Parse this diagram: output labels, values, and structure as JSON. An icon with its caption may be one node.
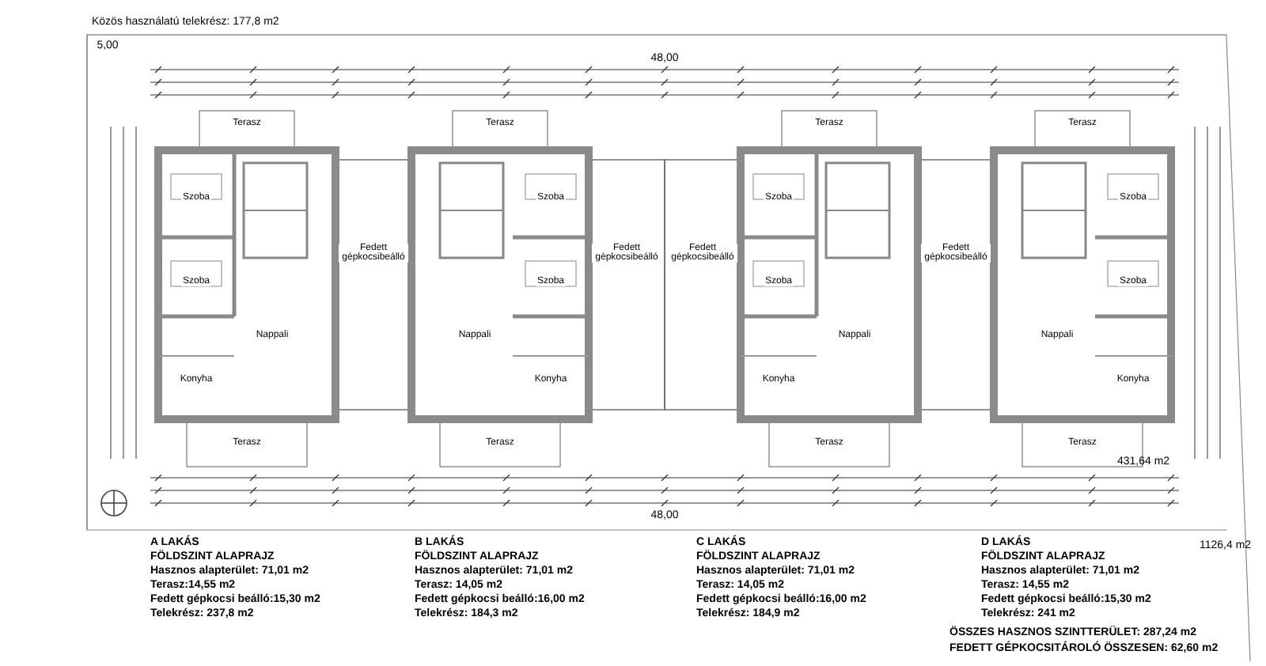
{
  "diagram": {
    "labels": [
      "Közös használatú telekrész: 177,8 m2",
      "5,00",
      "48,00",
      "Terasz",
      "Szoba",
      "Szoba",
      "Nappali",
      "Konyha",
      "Terasz",
      "Terasz",
      "Szoba",
      "Szoba",
      "Nappali",
      "Konyha",
      "Terasz",
      "Terasz",
      "Szoba",
      "Szoba",
      "Nappali",
      "Konyha",
      "Terasz",
      "Terasz",
      "Szoba",
      "Szoba",
      "Nappali",
      "Konyha",
      "Terasz",
      "Fedett gépkocsibeálló",
      "Fedett gépkocsibeálló",
      "Fedett gépkocsibeálló",
      "Fedett gépkocsibeálló",
      "431,64 m2",
      "48,00",
      "A LAKÁS",
      "FÖLDSZINT ALAPRAJZ",
      "Hasznos alapterület: 71,01 m2",
      "Terasz:14,55 m2",
      "Fedett gépkocsi beálló:15,30 m2",
      "Telekrész: 237,8 m2",
      "B LAKÁS",
      "FÖLDSZINT ALAPRAJZ",
      "Hasznos alapterület: 71,01 m2",
      "Terasz: 14,05 m2",
      "Fedett gépkocsi beálló:16,00 m2",
      "Telekrész: 184,3 m2",
      "C LAKÁS",
      "FÖLDSZINT ALAPRAJZ",
      "Hasznos alapterület: 71,01 m2",
      "Terasz: 14,05 m2",
      "Fedett gépkocsi beálló:16,00 m2",
      "Telekrész: 184,9 m2",
      "D LAKÁS",
      "FÖLDSZINT ALAPRAJZ",
      "Hasznos alapterület: 71,01 m2",
      "Terasz: 14,55 m2",
      "Fedett gépkocsi beálló:15,30 m2",
      "Telekrész: 241 m2",
      "ÖSSZES HASZNOS SZINTTERÜLET: 287,24 m2",
      "FEDETT GÉPKOCSITÁROLÓ ÖSSZESEN: 62,60 m2",
      "1126,4 m2"
    ]
  }
}
